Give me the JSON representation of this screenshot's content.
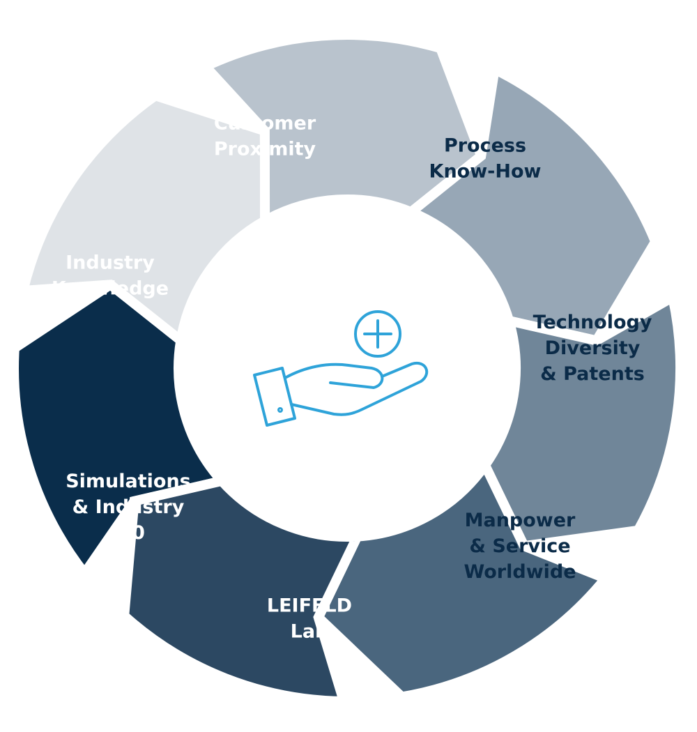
{
  "colors": {
    "background": "#ffffff",
    "gap": "#ffffff",
    "center": "#ffffff",
    "icon": "#2ea3d9"
  },
  "center": {
    "icon": "hand-with-plus-icon"
  },
  "segments": [
    {
      "id": "customer-proximity",
      "lines": [
        "Customer",
        "Proximity"
      ],
      "fill": "#0a2d4b",
      "text_color": "#ffffff"
    },
    {
      "id": "process-know-how",
      "lines": [
        "Process",
        "Know-How"
      ],
      "fill": "#dfe3e7",
      "text_color": "#0b2b48"
    },
    {
      "id": "technology-diversity-patents",
      "lines": [
        "Technology",
        "Diversity",
        "& Patents"
      ],
      "fill": "#b9c3cd",
      "text_color": "#0b2b48"
    },
    {
      "id": "manpower-service-worldwide",
      "lines": [
        "Manpower",
        "& Service",
        "Worldwide"
      ],
      "fill": "#97a7b6",
      "text_color": "#0b2b48"
    },
    {
      "id": "leifeld-lab",
      "lines": [
        "LEIFELD",
        "Lab"
      ],
      "fill": "#708699",
      "text_color": "#ffffff"
    },
    {
      "id": "simulations-industry-4-0",
      "lines": [
        "Simulations",
        "& Industry",
        "4.0"
      ],
      "fill": "#4a667e",
      "text_color": "#ffffff"
    },
    {
      "id": "industry-knowledge",
      "lines": [
        "Industry",
        "Knowledge"
      ],
      "fill": "#2c4862",
      "text_color": "#ffffff"
    }
  ]
}
